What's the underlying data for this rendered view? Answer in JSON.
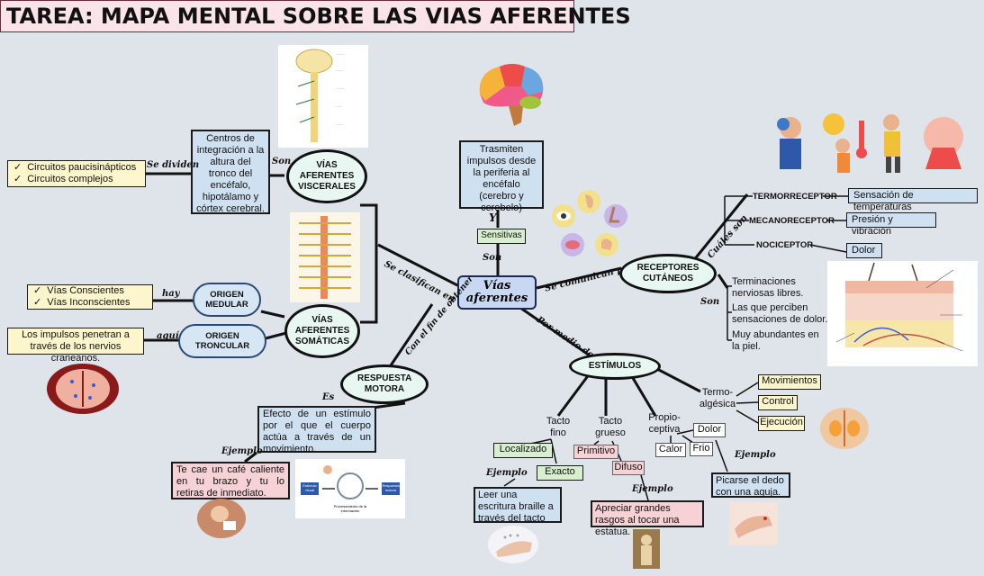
{
  "title": "TAREA: MAPA MENTAL SOBRE LAS VIAS AFERENTES",
  "central": "Vías aferentes",
  "sensitivas": {
    "label": "Sensitivas",
    "definition": "Trasmiten impulsos desde la periferia al encéfalo (cerebro y cerebelo)",
    "conn_son": "Son",
    "conn_y": "Y"
  },
  "clasifican": {
    "conn": "Se clasifican en",
    "viscerales": {
      "label": "VÍAS AFERENTES VISCERALES",
      "conn_son": "Son",
      "definition": "Centros de integración a la altura del tronco del encéfalo, hipotálamo y córtex cerebral.",
      "conn_dividen": "Se dividen",
      "circuits": [
        "Circuitos paucisinápticos",
        "Circuitos complejos"
      ]
    },
    "somaticas": {
      "label": "VÍAS AFERENTES SOMÁTICAS",
      "medular": {
        "label": "ORIGEN MEDULAR",
        "conn": "hay",
        "items": [
          "Vías Conscientes",
          "Vías Inconscientes"
        ]
      },
      "troncular": {
        "label": "ORIGEN TRONCULAR",
        "conn": "aquí",
        "text": "Los impulsos penetran a través de los nervios craneanos."
      }
    }
  },
  "respuesta": {
    "conn": "Con el fin de obtener",
    "label": "RESPUESTA MOTORA",
    "conn_es": "Es",
    "definition": "Efecto de un estímulo por el que el cuerpo actúa a través de un movimiento.",
    "conn_ejemplo": "Ejemplo",
    "example": "Te cae un café caliente en tu brazo y tu lo retiras de inmediato.",
    "diagram_labels": [
      "Estímulo visual",
      "Respuesta motora",
      "Procesamiento de la información"
    ]
  },
  "receptores": {
    "conn": "Se comunican por",
    "label": "RECEPTORES CUTÁNEOS",
    "conn_cuales": "Cuáles son",
    "types": [
      {
        "name": "TERMORRECEPTOR",
        "desc": "Sensación de temperaturas"
      },
      {
        "name": "MECANORECEPTOR",
        "desc": "Presión y vibración"
      },
      {
        "name": "NOCICEPTOR",
        "desc": "Dolor"
      }
    ],
    "conn_son": "Son",
    "features": [
      "Terminaciones nerviosas libres.",
      "Las que perciben sensaciones de dolor.",
      "Muy abundantes en la piel."
    ]
  },
  "estimulos": {
    "conn": "Por medio de",
    "label": "ESTÍMULOS",
    "tacto_fino": {
      "label": "Tacto fino",
      "items": [
        "Localizado",
        "Exacto"
      ],
      "conn_ejemplo": "Ejemplo",
      "example": "Leer una escritura braille a través del tacto"
    },
    "tacto_grueso": {
      "label": "Tacto grueso",
      "items": [
        "Primitivo",
        "Difuso"
      ],
      "conn_ejemplo": "Ejemplo",
      "example": "Apreciar grandes rasgos al tocar una estatua."
    },
    "propioceptiva": {
      "label": "Propio- ceptiva",
      "items": [
        "Dolor",
        "Calor",
        "Frio"
      ],
      "conn_ejemplo": "Ejemplo",
      "example": "Picarse el dedo con una aguja."
    },
    "termoalgesica": {
      "label": "Termo- algésica",
      "items": [
        "Movimientos",
        "Control",
        "Ejecución"
      ]
    }
  },
  "colors": {
    "background": "#dfe3ea",
    "title_bg": "#fbe3ea",
    "ellipse_bg": "#e8f7f2",
    "central_bg": "#c9d8f2",
    "blue_box": "#cfe0f1",
    "yellow_box": "#fdf6cc",
    "green_box": "#d7efcf",
    "pink_box": "#f6d2d6"
  }
}
